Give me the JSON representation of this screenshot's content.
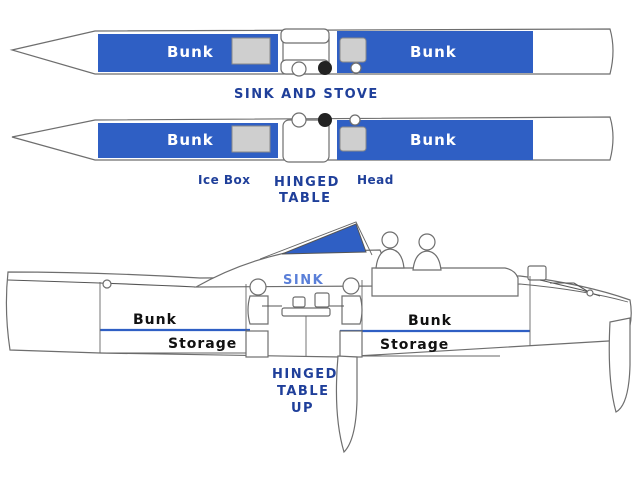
{
  "labels": {
    "bunk": "Bunk",
    "sink_and_stove": "SINK AND STOVE",
    "ice_box": "Ice Box",
    "hinged": "HINGED",
    "table": "TABLE",
    "head": "Head",
    "sink": "SINK",
    "storage": "Storage",
    "up": "UP"
  },
  "colors": {
    "bunk_blue": "#2f5fc4",
    "label_blue": "#1f3f9a",
    "fixture_grey": "#cfcfcf",
    "outline": "#6e6e6e"
  }
}
